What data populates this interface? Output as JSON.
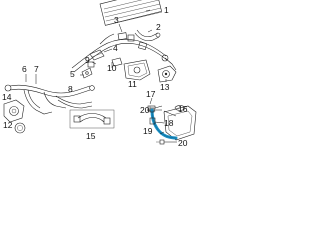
{
  "callouts": {
    "c1": "1",
    "c2": "2",
    "c3": "3",
    "c4": "4",
    "c5": "5",
    "c6": "6",
    "c7": "7",
    "c8": "8",
    "c9": "9",
    "c10": "10",
    "c11": "11",
    "c12": "12",
    "c13": "13",
    "c14": "14",
    "c15": "15",
    "c16": "16",
    "c17": "17",
    "c18": "18",
    "c19": "19",
    "c20a": "20",
    "c20b": "20"
  },
  "colors": {
    "linework": "#222222",
    "highlight_hose": "#1a8fc4",
    "text": "#111111",
    "background": "#ffffff"
  }
}
